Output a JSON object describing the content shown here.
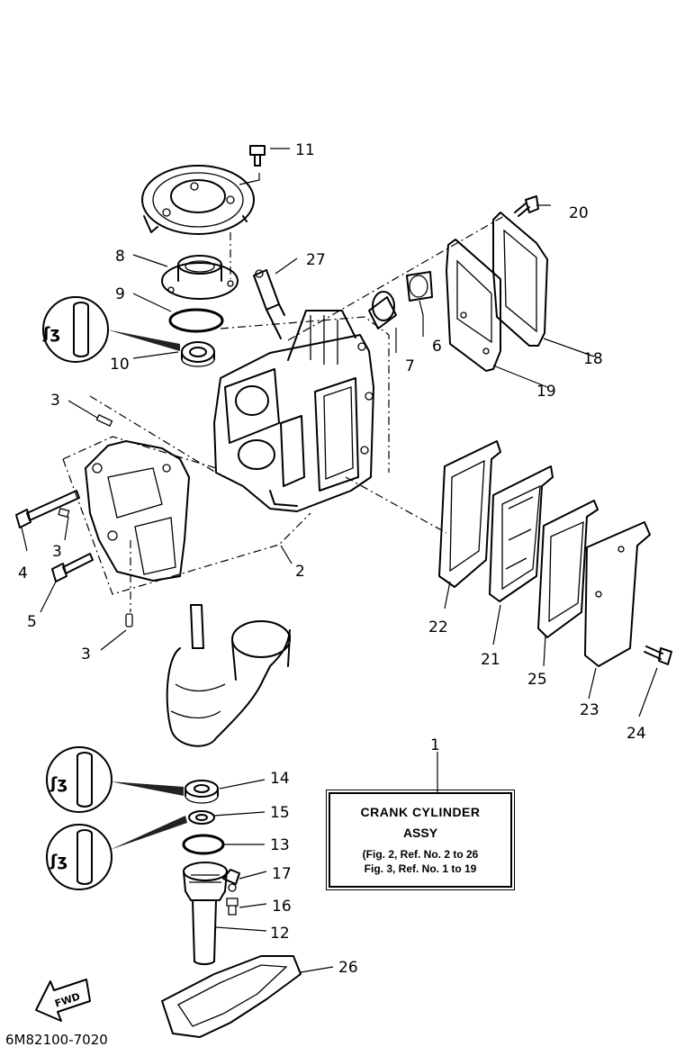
{
  "diagram": {
    "ref_numbers": [
      "1",
      "2",
      "3",
      "3",
      "3",
      "4",
      "5",
      "6",
      "7",
      "8",
      "9",
      "10",
      "11",
      "12",
      "13",
      "14",
      "15",
      "16",
      "17",
      "18",
      "19",
      "20",
      "21",
      "22",
      "23",
      "24",
      "25",
      "26",
      "27"
    ],
    "note": {
      "title": "CRANK CYLINDER",
      "subtitle": "ASSY",
      "line1": "(Fig. 2, Ref. No. 2 to 26",
      "line2": "Fig. 3, Ref. No. 1 to 19"
    },
    "fwd_label": "FWD",
    "diagram_code": "6M82100-7020",
    "grease_symbol_icon": "grease-symbol-icon"
  }
}
